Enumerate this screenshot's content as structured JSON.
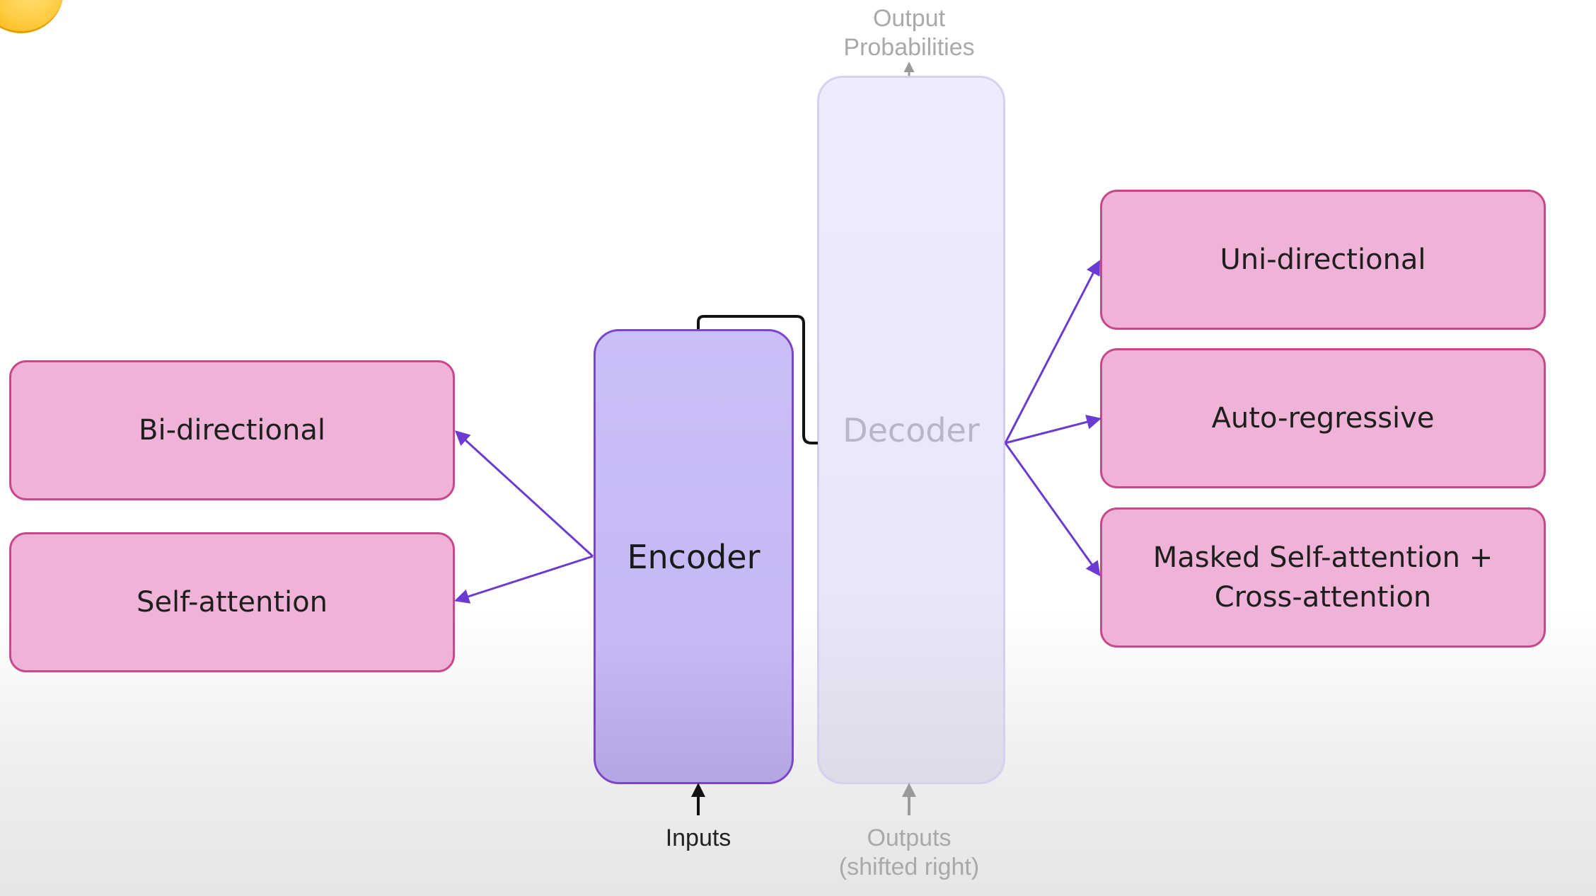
{
  "diagram": {
    "left_boxes": [
      {
        "label": "Bi-directional"
      },
      {
        "label": "Self-attention"
      }
    ],
    "encoder": {
      "label": "Encoder"
    },
    "decoder": {
      "label": "Decoder"
    },
    "right_boxes": [
      {
        "label": "Uni-directional"
      },
      {
        "label": "Auto-regressive"
      },
      {
        "label": "Masked Self-attention +\nCross-attention"
      }
    ],
    "inputs_label": "Inputs",
    "outputs_label": "Outputs\n(shifted right)",
    "output_probabilities_label": "Output\nProbabilities"
  },
  "colors": {
    "pink_box_fill": "#efb3d7",
    "pink_box_border": "#c8498a",
    "encoder_fill": "#c5b8f3",
    "encoder_border": "#7d46c9",
    "decoder_fill": "#ece7fb",
    "arrow_purple": "#6a3bd0"
  },
  "icons": [
    "emoji-hands-icon"
  ]
}
